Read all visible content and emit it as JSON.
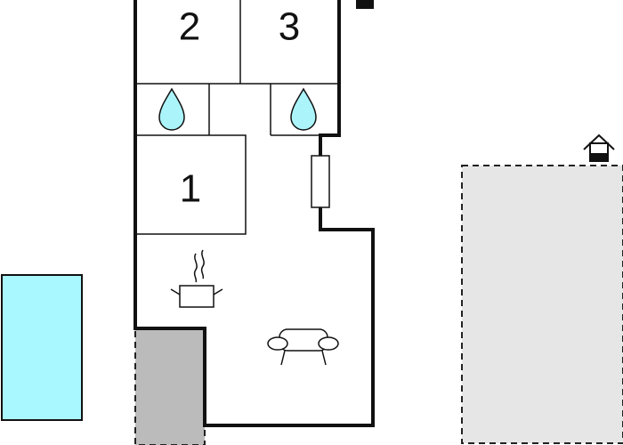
{
  "floorplan": {
    "rooms": [
      {
        "id": "room-1",
        "label": "1",
        "kind": "bedroom"
      },
      {
        "id": "room-2",
        "label": "2",
        "kind": "bedroom"
      },
      {
        "id": "room-3",
        "label": "3",
        "kind": "bedroom"
      }
    ],
    "icons": [
      "water-drop-icon",
      "water-drop-icon",
      "cooking-pot-icon",
      "sofa-icon",
      "house-icon",
      "radiator-icon",
      "window-marker-icon"
    ],
    "areas": [
      {
        "id": "pool",
        "kind": "swimming-pool"
      },
      {
        "id": "terrace",
        "kind": "covered-terrace"
      },
      {
        "id": "garden-plot",
        "kind": "outdoor-area"
      }
    ],
    "colors": {
      "wall": "#111111",
      "water": "#aaf4fa",
      "pool": "#aaf8ff",
      "terrace": "#bbbbbb",
      "plot": "#e6e6e6",
      "background": "#ffffff"
    }
  }
}
